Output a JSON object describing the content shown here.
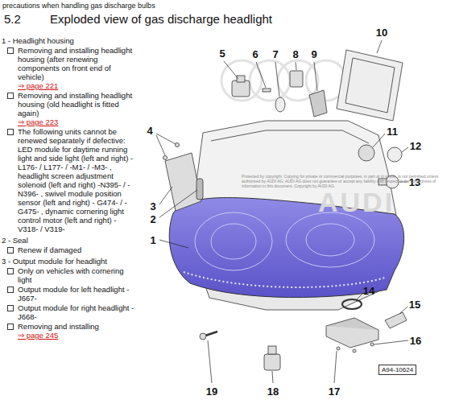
{
  "diagram": {
    "title": "Exploded view of gas discharge headlight",
    "labels": [
      "precautions when handling gas discharge bulbs",
      "5.2",
      "1 - Headlight housing",
      "Removing and installing headlight housing (after renewing components on front end of vehicle)",
      "⇒ page 221",
      "Removing and installing headlight housing (old headlight is fitted again)",
      "⇒ page 223",
      "The following units cannot be renewed separately if defective: LED module for daytime running light and side light (left and right) -L176- / L177- / -M1- / -M3- , headlight screen adjustment solenoid (left and right) -N395- / -N396- , swivel module position sensor (left and right) - G474- / -G475- , dynamic cornering light control motor (left and right) - V318- / V319-",
      "2 - Seal",
      "Renew if damaged",
      "3 - Output module for headlight",
      "Only on vehicles with cornering light",
      "Output module for left headlight - J667-",
      "Output module for right headlight - J668-",
      "Removing and installing",
      "⇒ page 245",
      "1",
      "2",
      "3",
      "4",
      "5",
      "6",
      "7",
      "8",
      "9",
      "10",
      "11",
      "12",
      "13",
      "14",
      "15",
      "16",
      "17",
      "18",
      "19",
      "Protected by copyright. Copying for private or commercial purposes, in part or in whole, is not permitted unless authorised by AUDI AG. AUDI AG does not guarantee or accept any liability with respect to the correctness of information in this document. Copyright by AUDI AG.",
      "AUDI",
      "A94-10624"
    ]
  }
}
